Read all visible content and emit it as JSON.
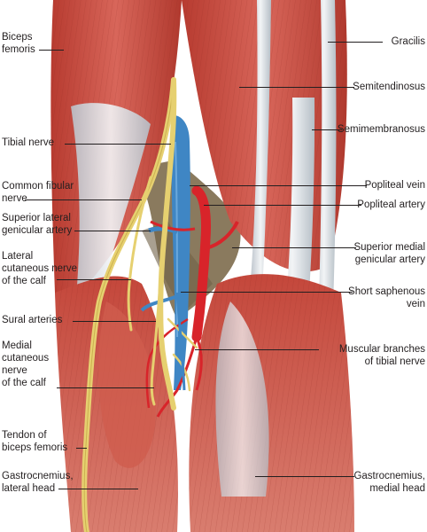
{
  "figure": {
    "labels_left": [
      {
        "id": "biceps-femoris",
        "lines": [
          "Biceps",
          "femoris"
        ]
      },
      {
        "id": "tibial-nerve",
        "lines": [
          "Tibial nerve"
        ]
      },
      {
        "id": "common-fibular-nerve",
        "lines": [
          "Common fibular",
          "nerve"
        ]
      },
      {
        "id": "superior-lateral-genicular-artery",
        "lines": [
          "Superior lateral",
          "genicular artery"
        ]
      },
      {
        "id": "lateral-cutaneous-nerve-calf",
        "lines": [
          "Lateral",
          "cutaneous nerve",
          "of the calf"
        ]
      },
      {
        "id": "sural-arteries",
        "lines": [
          "Sural arteries"
        ]
      },
      {
        "id": "medial-cutaneous-nerve-calf",
        "lines": [
          "Medial",
          "cutaneous",
          "nerve",
          "of the calf"
        ]
      },
      {
        "id": "tendon-biceps-femoris",
        "lines": [
          "Tendon of",
          "biceps femoris"
        ]
      },
      {
        "id": "gastrocnemius-lateral-head",
        "lines": [
          "Gastrocnemius,",
          "lateral head"
        ]
      }
    ],
    "labels_right": [
      {
        "id": "gracilis",
        "lines": [
          "Gracilis"
        ]
      },
      {
        "id": "semitendinosus",
        "lines": [
          "Semitendinosus"
        ]
      },
      {
        "id": "semimembranosus",
        "lines": [
          "Semimembranosus"
        ]
      },
      {
        "id": "popliteal-vein",
        "lines": [
          "Popliteal vein"
        ]
      },
      {
        "id": "popliteal-artery",
        "lines": [
          "Popliteal artery"
        ]
      },
      {
        "id": "superior-medial-genicular-artery",
        "lines": [
          "Superior medial",
          "genicular artery"
        ]
      },
      {
        "id": "short-saphenous-vein",
        "lines": [
          "Short saphenous",
          "vein"
        ]
      },
      {
        "id": "muscular-branches-tibial-nerve",
        "lines": [
          "Muscular branches",
          "of tibial nerve"
        ]
      },
      {
        "id": "gastrocnemius-medial-head",
        "lines": [
          "Gastrocnemius,",
          "medial head"
        ]
      }
    ]
  },
  "colors": {
    "muscle": "#c8483a",
    "muscle_dark": "#8e2a22",
    "tendon": "#e4e7ea",
    "nerve": "#e6d070",
    "vein": "#3f86c4",
    "artery": "#d8242a",
    "fat": "#8a7a5e"
  }
}
